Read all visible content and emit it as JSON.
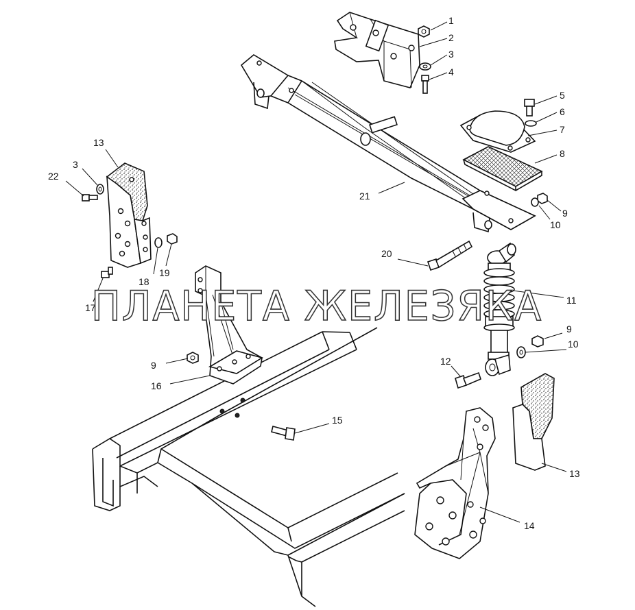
{
  "watermark": "ПЛАНЕТА ЖЕЛЕЗЯКА",
  "callouts": [
    "1",
    "2",
    "3",
    "4",
    "5",
    "6",
    "7",
    "8",
    "9",
    "10",
    "21",
    "13",
    "3",
    "22",
    "18",
    "19",
    "17",
    "20",
    "11",
    "9",
    "10",
    "12",
    "9",
    "16",
    "15",
    "13",
    "14"
  ]
}
